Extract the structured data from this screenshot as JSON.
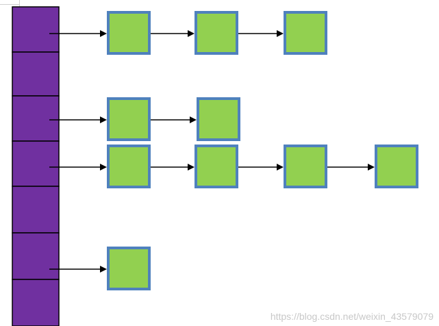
{
  "diagram": {
    "bucket_count": 7,
    "chains": [
      {
        "bucket": 0,
        "nodes": 3
      },
      {
        "bucket": 2,
        "nodes": 2
      },
      {
        "bucket": 3,
        "nodes": 4
      },
      {
        "bucket": 5,
        "nodes": 1
      }
    ],
    "colors": {
      "bucket_fill": "#7030a0",
      "node_fill": "#92d050",
      "node_border": "#4f81bd",
      "arrow": "#000000"
    }
  },
  "watermark": {
    "text": "https://blog.csdn.net/weixin_43579079"
  }
}
